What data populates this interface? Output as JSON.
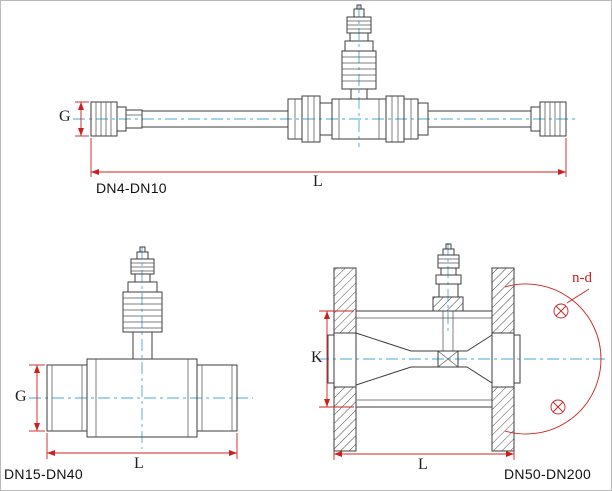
{
  "figure": {
    "colors": {
      "line": "#3c3c3c",
      "dimension_red": "#cc2020",
      "centerline_blue": "#49a8da"
    },
    "drawings": [
      {
        "caption": "DN4-DN10",
        "dim_g": "G",
        "dim_l": "L"
      },
      {
        "caption": "DN15-DN40",
        "dim_g": "G",
        "dim_l": "L"
      },
      {
        "caption": "DN50-DN200",
        "dim_k": "K",
        "dim_l": "L",
        "bolt_note": "n-d"
      }
    ]
  }
}
